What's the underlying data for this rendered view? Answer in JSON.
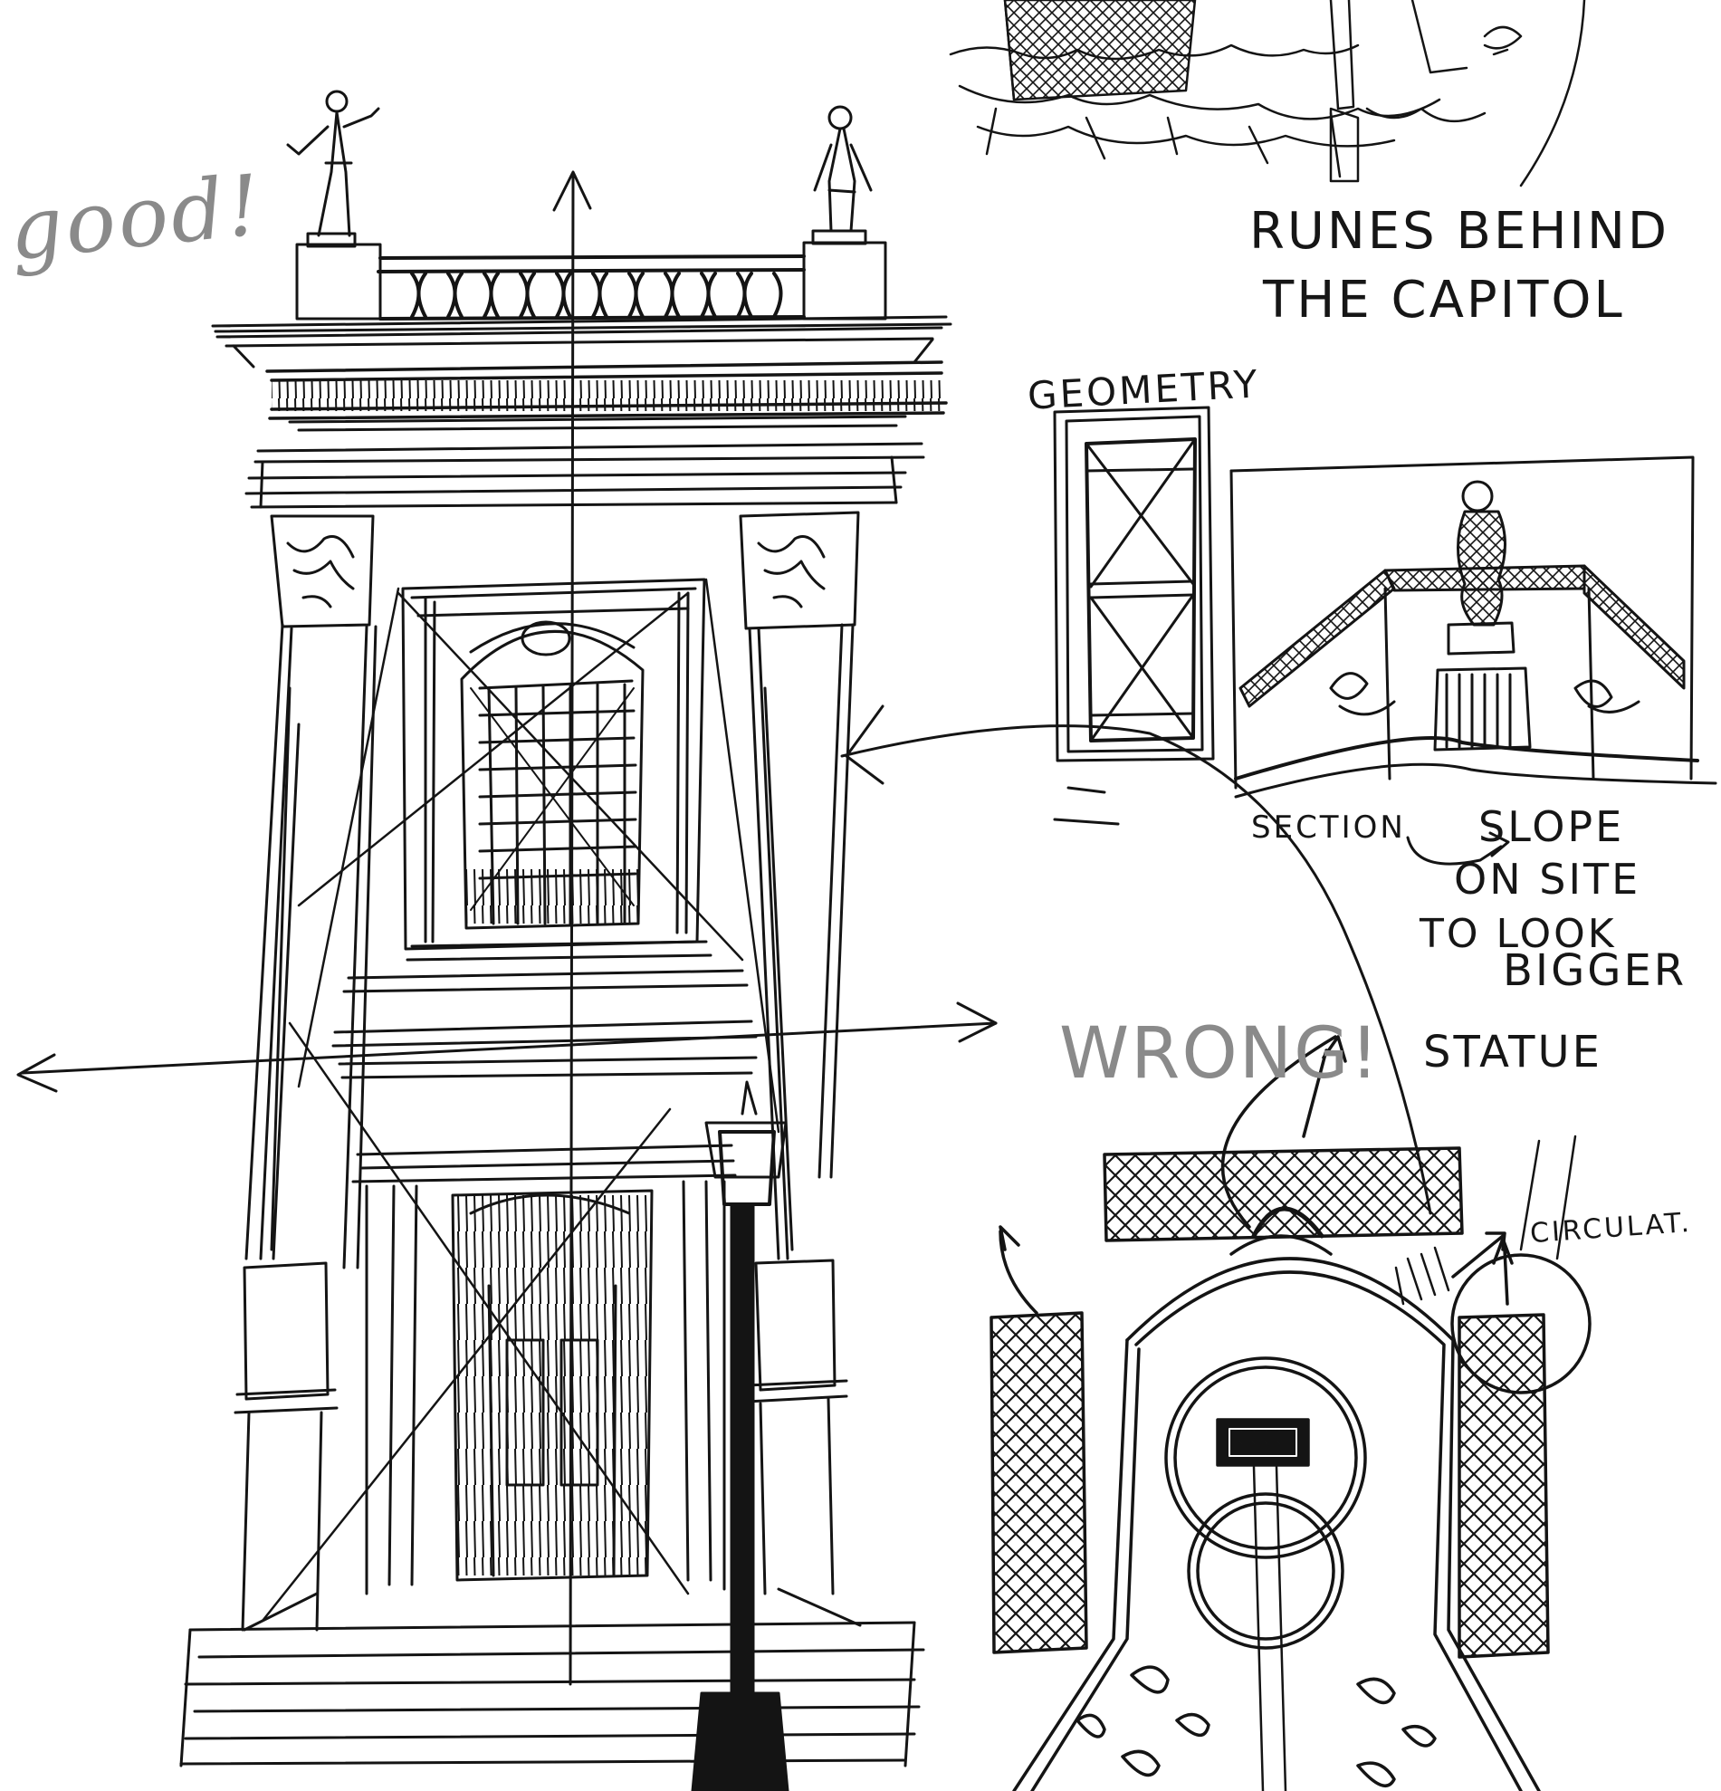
{
  "notes": {
    "good": "good!",
    "wrong": "WRONG!",
    "ruins_line1": "RUNES BEHIND",
    "ruins_line2": "THE CAPITOL",
    "geometry": "GEOMETRY",
    "section": "SECTION",
    "slope_line1": "SLOPE",
    "slope_line2": "ON SITE",
    "slope_line3": "TO LOOK",
    "slope_line4": "BIGGER",
    "statue": "STATUE",
    "circulation": "CIRCULAT."
  },
  "colors": {
    "paper": "#ffffff",
    "ink": "#141414",
    "pencil": "#8a8a8a"
  }
}
